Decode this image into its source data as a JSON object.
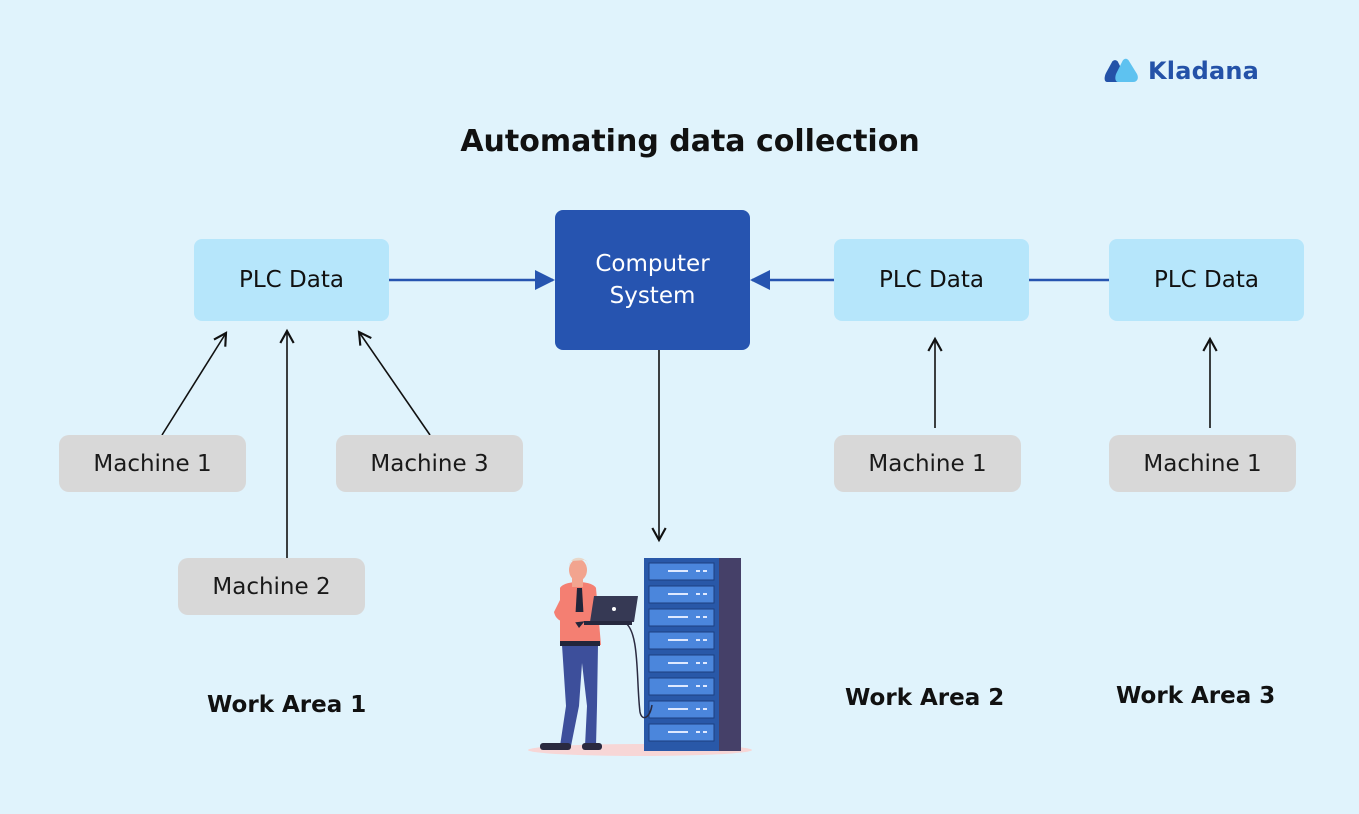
{
  "brand": {
    "name": "Kladana"
  },
  "title": "Automating data collection",
  "nodes": {
    "plc_1": "PLC Data",
    "plc_2": "PLC Data",
    "plc_3": "PLC Data",
    "computer": "Computer System",
    "area1_machine1": "Machine 1",
    "area1_machine2": "Machine 2",
    "area1_machine3": "Machine 3",
    "area2_machine1": "Machine 1",
    "area3_machine1": "Machine 1"
  },
  "areas": {
    "area1": "Work Area 1",
    "area2": "Work Area 2",
    "area3": "Work Area 3"
  },
  "colors": {
    "background": "#e0f3fc",
    "plc_box": "#b6e6fb",
    "computer_box": "#2654b0",
    "machine_box": "#d8d8d8",
    "connector_blue": "#2654b0",
    "connector_black": "#111111"
  },
  "illustration": {
    "icon": "person-with-laptop-at-server-rack-icon"
  }
}
